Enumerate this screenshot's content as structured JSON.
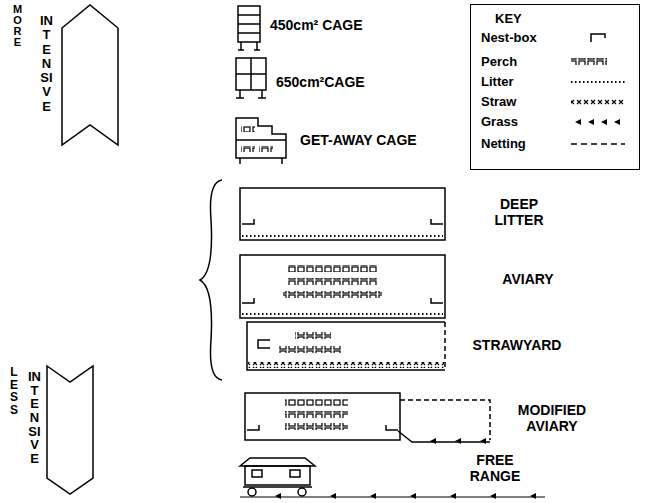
{
  "diagram": {
    "nodes": [
      {
        "text": [
          "KEY"
        ]
      }
    ],
    "labels": [
      "MORE",
      "INTENSIVE",
      "450cm² CAGE",
      "650cm²CAGE",
      "GET-AWAY CAGE",
      "DEEP LITTER",
      "AVIARY",
      "STRAWYARD",
      "MODIFIED AVIARY",
      "LESS",
      "INTENSIVE",
      "FREE RANGE"
    ],
    "legend": [
      {
        "text": "Nest-box"
      },
      {
        "text": "Perch"
      },
      {
        "text": "Litter"
      },
      {
        "text": "Straw"
      },
      {
        "text": "Grass"
      },
      {
        "text": "Netting"
      }
    ]
  }
}
